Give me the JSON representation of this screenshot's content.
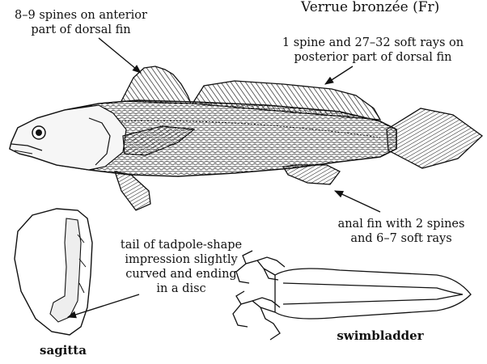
{
  "figure": {
    "header_fragment": "Verrue bronzée (Fr)",
    "labels": {
      "dorsal_anterior": [
        "8–9 spines on anterior",
        "part of dorsal fin"
      ],
      "dorsal_posterior": [
        "1 spine and 27–32 soft rays on",
        "posterior part of dorsal fin"
      ],
      "anal_fin": [
        "anal fin with 2 spines",
        "and 6–7 soft rays"
      ],
      "sagitta_note": [
        "tail of tadpole-shape",
        "impression slightly",
        "curved and ending",
        "in a disc"
      ]
    },
    "captions": {
      "sagitta": "sagitta",
      "swimbladder": "swimbladder"
    }
  },
  "colors": {
    "ink": "#111111",
    "paper": "#ffffff"
  }
}
